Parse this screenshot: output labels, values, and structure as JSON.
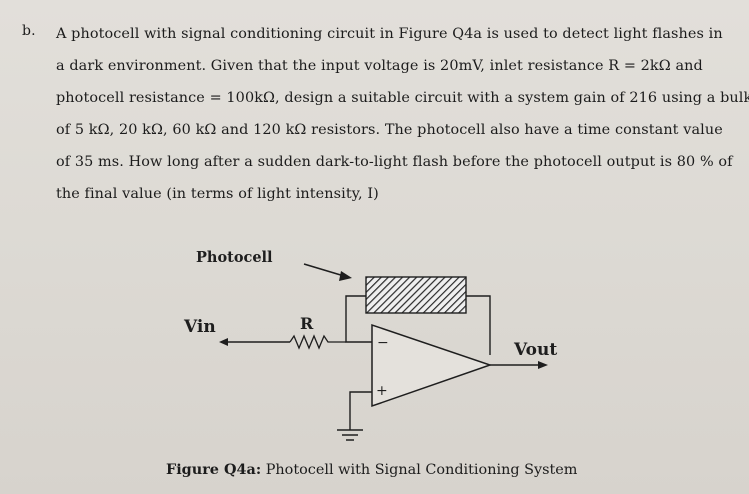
{
  "question": {
    "label": "b.",
    "lines": [
      "A photocell with signal conditioning circuit in Figure Q4a is used to detect light flashes in",
      "a dark environment. Given that the input voltage is 20mV, inlet resistance R = 2kΩ and",
      "photocell resistance = 100kΩ, design a suitable circuit with a system gain of 216 using a bulk",
      "of 5 kΩ, 20 kΩ, 60 kΩ and 120 kΩ resistors. The photocell also have a time constant value",
      "of 35 ms. How long after a sudden dark-to-light flash before the photocell output is 80 % of",
      "the final value (in terms of light intensity, I)"
    ]
  },
  "figure": {
    "photocell_label": "Photocell",
    "vin_label": "Vin",
    "r_label": "R",
    "vout_label": "Vout",
    "minus_sign": "−",
    "plus_sign": "+",
    "caption_bold": "Figure Q4a:",
    "caption_text": " Photocell with Signal Conditioning System"
  }
}
